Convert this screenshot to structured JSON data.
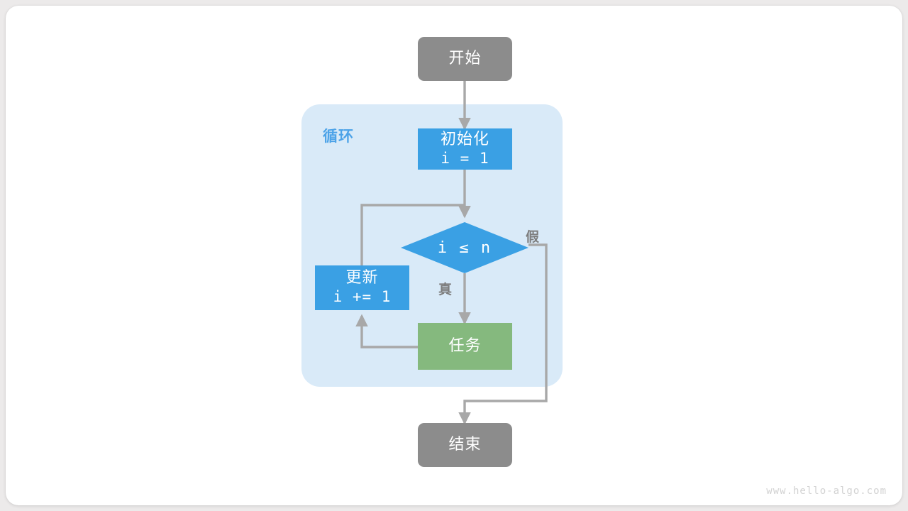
{
  "diagram": {
    "type": "flowchart",
    "title": "",
    "loop_container": {
      "label": "循环",
      "color": "#d9eaf8",
      "label_color": "#4da3e8"
    },
    "nodes": [
      {
        "id": "start",
        "kind": "terminal",
        "shape": "rounded-rect",
        "lines": [
          "开始"
        ],
        "color": "#8c8c8c"
      },
      {
        "id": "init",
        "kind": "process",
        "shape": "rect",
        "lines": [
          "初始化",
          "i = 1"
        ],
        "color": "#3aa0e4"
      },
      {
        "id": "cond",
        "kind": "decision",
        "shape": "diamond",
        "lines": [
          "i ≤ n"
        ],
        "color": "#3aa0e4"
      },
      {
        "id": "update",
        "kind": "process",
        "shape": "rect",
        "lines": [
          "更新",
          "i += 1"
        ],
        "color": "#3aa0e4"
      },
      {
        "id": "task",
        "kind": "process",
        "shape": "rect",
        "lines": [
          "任务"
        ],
        "color": "#85b97e"
      },
      {
        "id": "end",
        "kind": "terminal",
        "shape": "rounded-rect",
        "lines": [
          "结束"
        ],
        "color": "#8c8c8c"
      }
    ],
    "edges": [
      {
        "from": "start",
        "to": "init",
        "label": ""
      },
      {
        "from": "init",
        "to": "cond",
        "label": ""
      },
      {
        "from": "cond",
        "to": "task",
        "label": "真"
      },
      {
        "from": "cond",
        "to": "end",
        "label": "假"
      },
      {
        "from": "task",
        "to": "update",
        "label": ""
      },
      {
        "from": "update",
        "to": "cond",
        "label": ""
      }
    ],
    "edge_color": "#a8a8a8",
    "labels": {
      "true": "真",
      "false": "假"
    }
  },
  "watermark": "www.hello-algo.com"
}
